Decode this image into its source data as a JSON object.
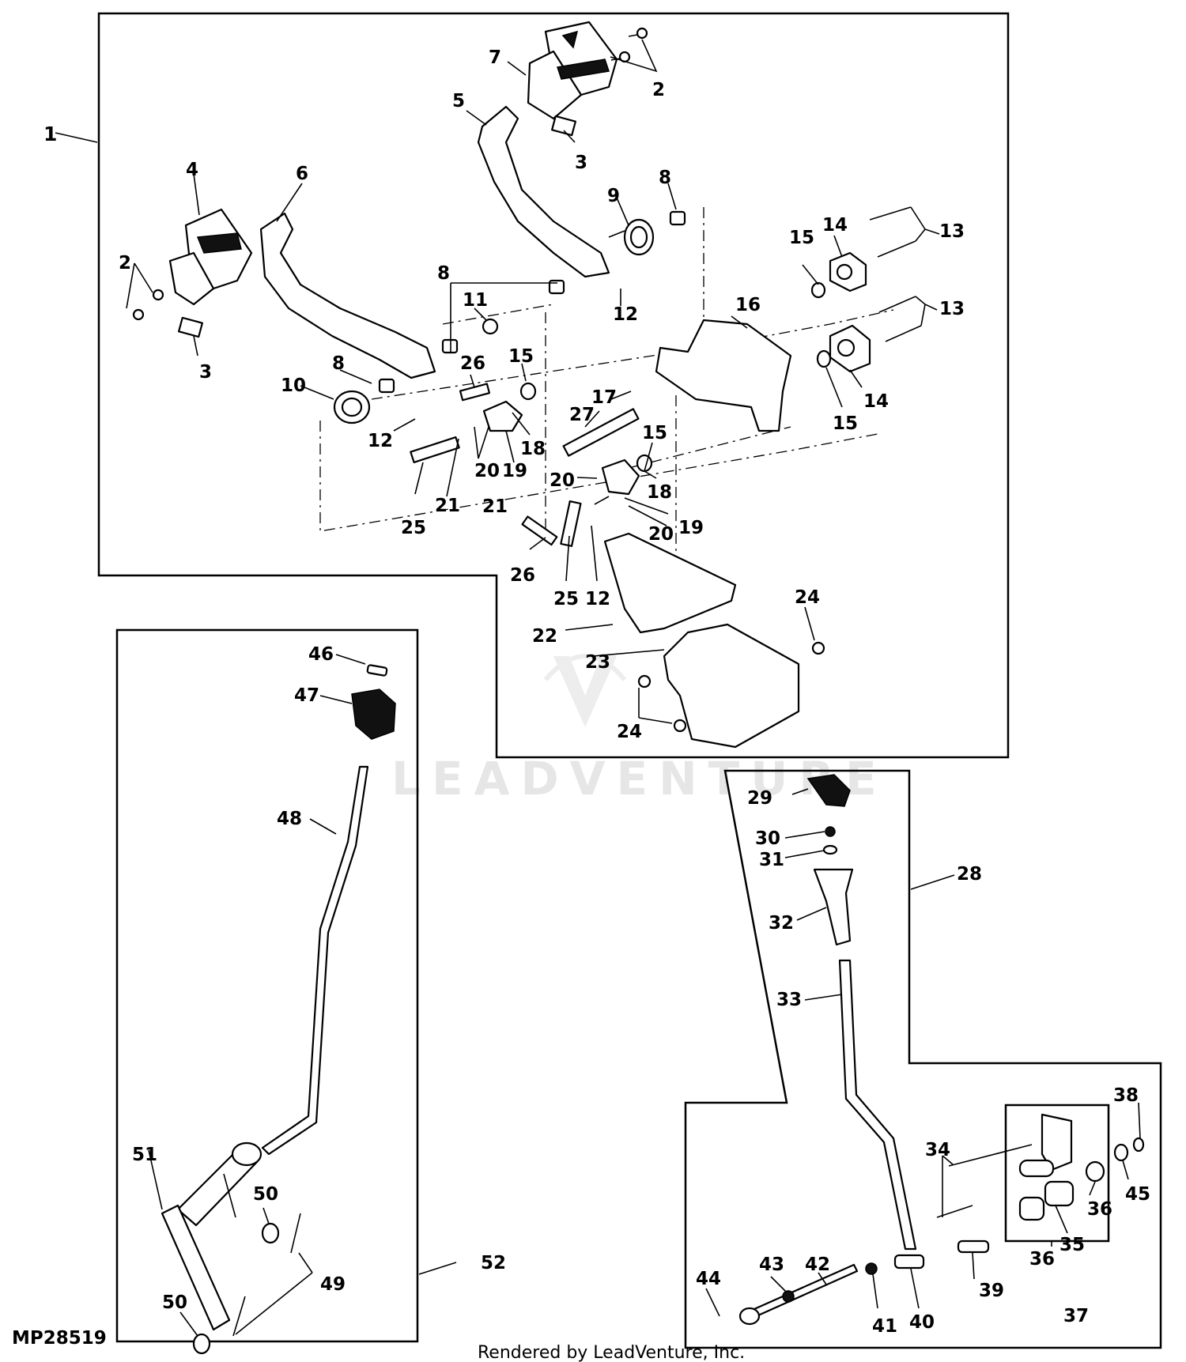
{
  "diagram_id": "MP28519",
  "footer": "Rendered by LeadVenture, Inc.",
  "watermark": "LEADVENTURE",
  "callouts": [
    "1",
    "2",
    "3",
    "4",
    "5",
    "6",
    "7",
    "8",
    "9",
    "10",
    "11",
    "12",
    "13",
    "14",
    "15",
    "16",
    "17",
    "18",
    "19",
    "20",
    "21",
    "22",
    "23",
    "24",
    "25",
    "26",
    "27",
    "28",
    "29",
    "30",
    "31",
    "32",
    "33",
    "34",
    "35",
    "36",
    "37",
    "38",
    "39",
    "40",
    "41",
    "42",
    "43",
    "44",
    "45",
    "46",
    "47",
    "48",
    "49",
    "50",
    "51",
    "52"
  ]
}
